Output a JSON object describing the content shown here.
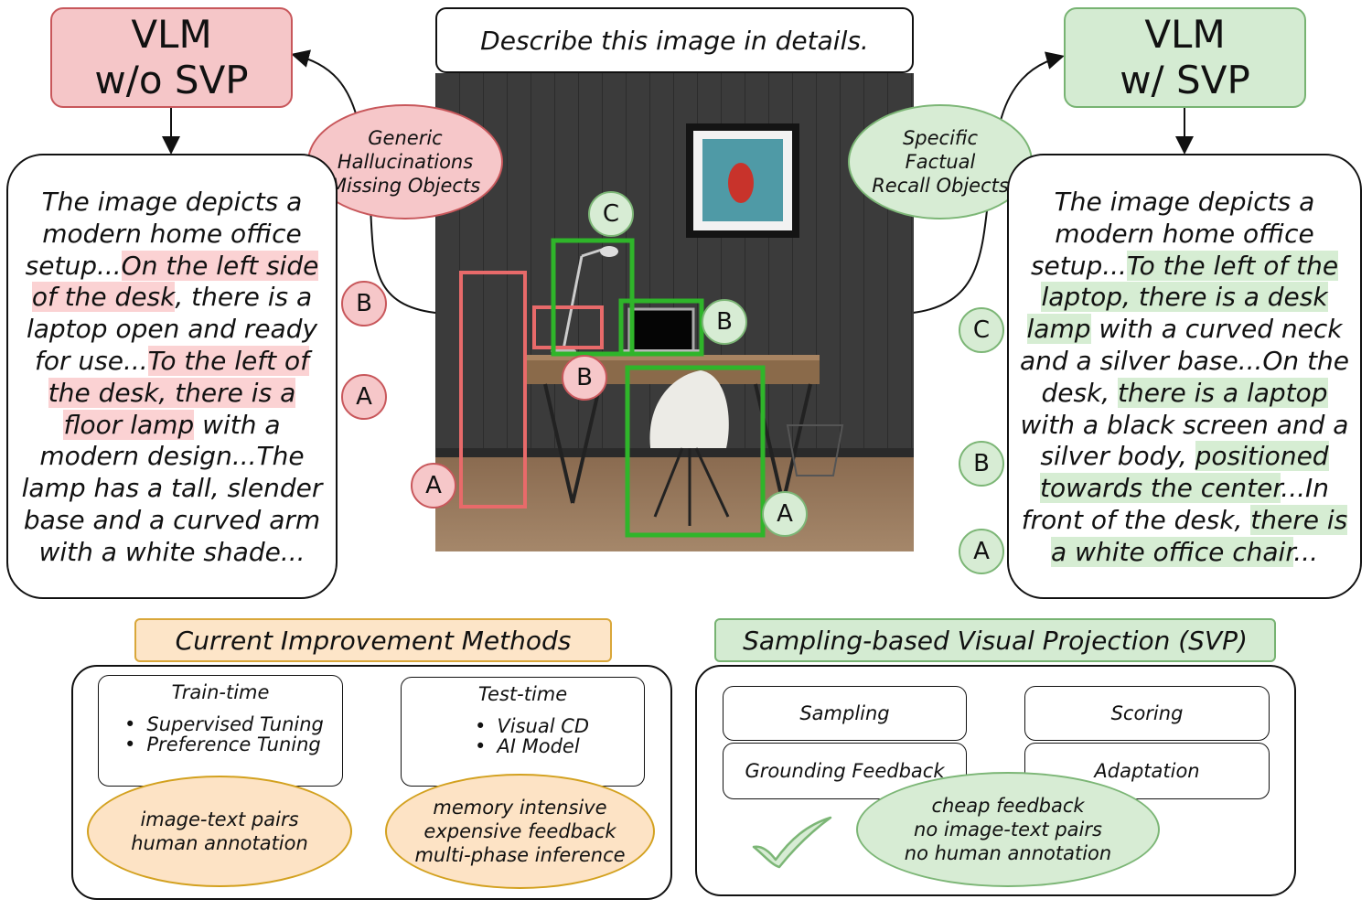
{
  "left_model": {
    "line1": "VLM",
    "line2": "w/o SVP"
  },
  "right_model": {
    "line1": "VLM",
    "line2": "w/ SVP"
  },
  "prompt": "Describe this image in details.",
  "left_ellipse": [
    "Generic",
    "Hallucinations",
    "Missing Objects"
  ],
  "right_ellipse": [
    "Specific",
    "Factual",
    "Recall Objects"
  ],
  "left_desc": {
    "p1": "The image depicts a modern home office setup...",
    "h1": "On the left side of the desk",
    "p2": ", there is a laptop open and ready for use...",
    "h2": "To the left of the desk, there is a floor lamp",
    "p3": " with a modern design...The lamp has a tall, slender base and a curved arm with a white shade..."
  },
  "right_desc": {
    "p1": "The image depicts a modern home office setup...",
    "h1": "To the left of the laptop, there is a desk lamp",
    "p2": " with a curved neck and a silver base...On the desk, ",
    "h2": "there is a laptop",
    "p3": " with a black screen and a silver body, ",
    "h3": "positioned towards the center",
    "p4": "...In front of the desk, ",
    "h4": "there is a white office chair",
    "p5": "..."
  },
  "badges": {
    "a": "A",
    "b": "B",
    "c": "C"
  },
  "current_methods": {
    "title": "Current Improvement Methods",
    "train": {
      "head": "Train-time",
      "items": [
        "Supervised Tuning",
        "Preference Tuning"
      ]
    },
    "test": {
      "head": "Test-time",
      "items": [
        "Visual CD",
        "AI Model"
      ]
    },
    "train_issue": [
      "image-text pairs",
      "human annotation"
    ],
    "test_issue": [
      "memory intensive",
      "expensive feedback",
      "multi-phase inference"
    ]
  },
  "svp": {
    "title": "Sampling-based Visual Projection (SVP)",
    "steps": [
      "Sampling",
      "Scoring",
      "Grounding Feedback",
      "Adaptation"
    ],
    "benefits": [
      "cheap feedback",
      "no image-text pairs",
      "no human annotation"
    ]
  },
  "colors": {
    "red": "#e86a6a",
    "green": "#2fb52a",
    "red_fill": "#f6c7c9",
    "green_fill": "#d7ecd4",
    "orange_fill": "#fde3c5"
  }
}
